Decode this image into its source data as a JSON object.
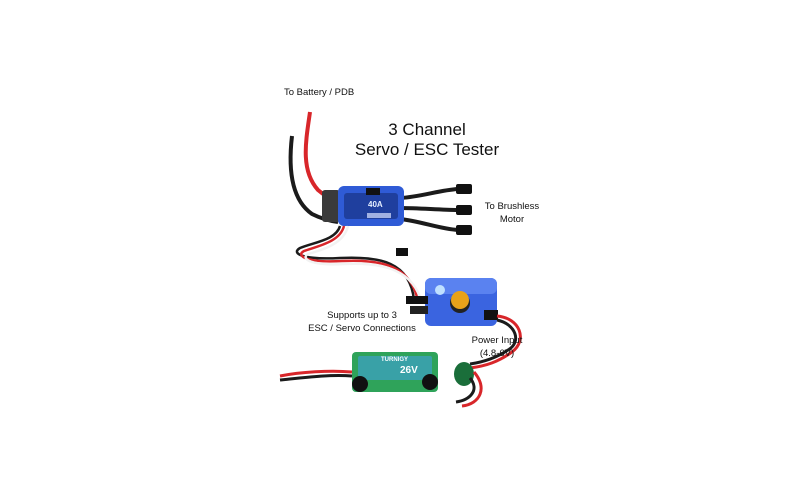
{
  "title_line1": "3 Channel",
  "title_line2": "Servo / ESC Tester",
  "labels": {
    "battery": "To Battery / PDB",
    "motor_line1": "To Brushless",
    "motor_line2": "Motor",
    "supports_line1": "Supports up to 3",
    "supports_line2": "ESC / Servo Connections",
    "power_line1": "Power Input",
    "power_line2": "(4.8-6V)"
  },
  "esc": {
    "rating": "40A"
  },
  "regulator": {
    "brand": "TURNIGY",
    "voltage": "26V"
  },
  "colors": {
    "esc_body": "#2f5bd6",
    "tester_body": "#3a64e0",
    "knob": "#e8a21a",
    "regulator_board": "#2fa35a",
    "wire_red": "#d8262a",
    "wire_black": "#1b1b1b",
    "wire_white": "#f2f2f2"
  }
}
